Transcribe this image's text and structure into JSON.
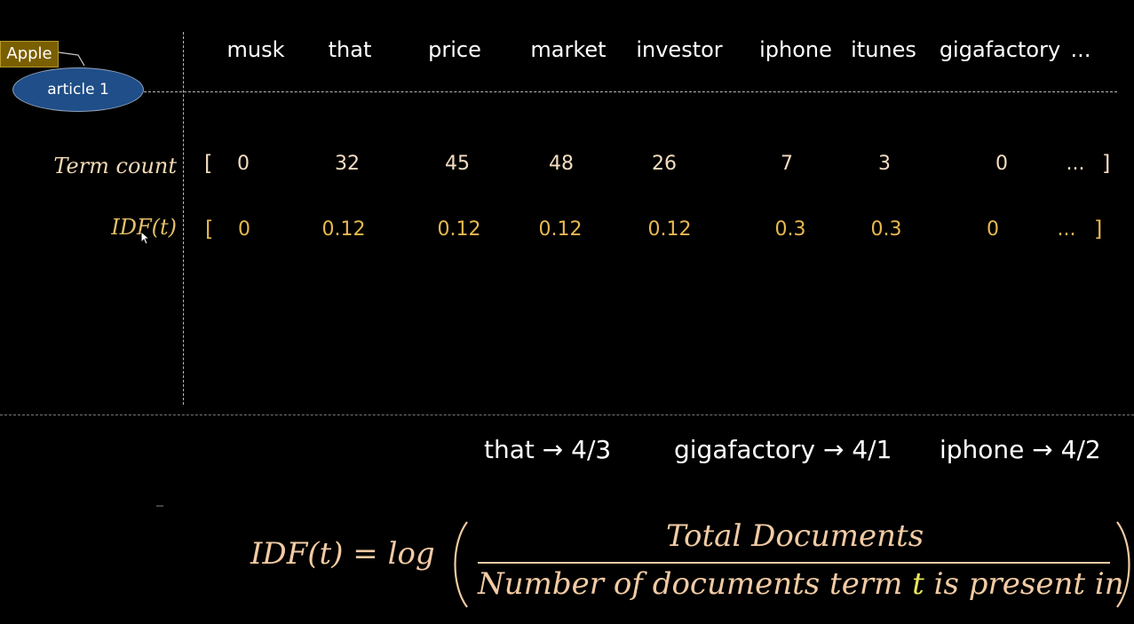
{
  "tag": {
    "label": "Apple"
  },
  "bubble": {
    "label": "article 1"
  },
  "terms": [
    "musk",
    "that",
    "price",
    "market",
    "investor",
    "iphone",
    "itunes",
    "gigafactory",
    "..."
  ],
  "rows": {
    "term_count": {
      "label": "Term count",
      "open": "[",
      "values": [
        "0",
        "32",
        "45",
        "48",
        "26",
        "7",
        "3",
        "0",
        "..."
      ],
      "close": "]"
    },
    "idf": {
      "label": "IDF(t)",
      "open": "[",
      "values": [
        "0",
        "0.12",
        "0.12",
        "0.12",
        "0.12",
        "0.3",
        "0.3",
        "0",
        "..."
      ],
      "close": "]"
    }
  },
  "ratios": [
    {
      "text": "that → 4/3"
    },
    {
      "text": "gigafactory → 4/1"
    },
    {
      "text": "iphone → 4/2"
    }
  ],
  "formula": {
    "lhs": "IDF(t) = log",
    "numerator": "Total Documents",
    "denominator_before": "Number of documents term ",
    "denominator_var": "t",
    "denominator_after": " is present in"
  },
  "colors": {
    "background": "#000000",
    "term_count": "#f3dcc0",
    "idf": "#e8b850",
    "formula": "#f2cba4",
    "highlight": "#e8e85a",
    "bubble": "#1f4e88",
    "tag": "#7a5f00"
  }
}
